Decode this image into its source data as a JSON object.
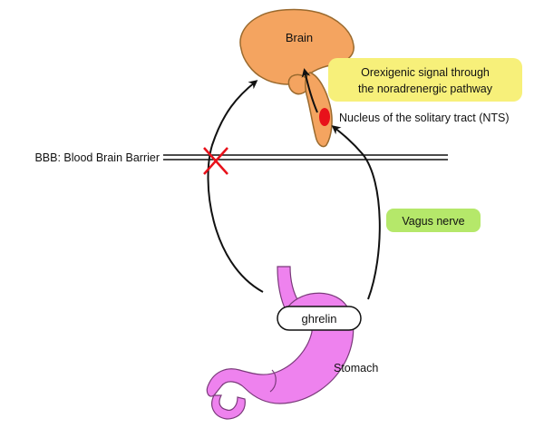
{
  "labels": {
    "brain": "Brain",
    "orexigenic_line1": "Orexigenic signal through",
    "orexigenic_line2": "the noradrenergic pathway",
    "nts": "Nucleus of the solitary tract (NTS)",
    "bbb": "BBB: Blood Brain Barrier",
    "vagus": "Vagus nerve",
    "ghrelin": "ghrelin",
    "stomach": "Stomach"
  },
  "colors": {
    "brain": "#f4a460",
    "brain_outline": "#9a6a2e",
    "stomach": "#ee82ee",
    "stomach_outline": "#7a3a7a",
    "nts": "#e8111a",
    "orexigenic_box": "#f7f07a",
    "vagus_box": "#b5e86a",
    "block_x": "#e8111a",
    "arrow": "#111111"
  }
}
